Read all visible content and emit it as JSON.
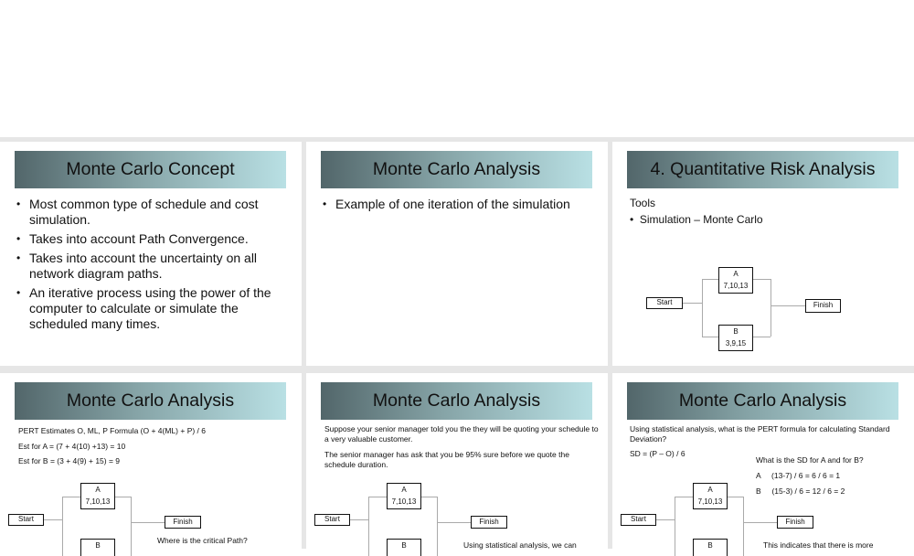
{
  "slides": [
    {
      "title": "Monte Carlo Concept",
      "bullets": [
        "Most common type of schedule and cost simulation.",
        "Takes into account Path Convergence.",
        "Takes into account the uncertainty on all network diagram paths.",
        "An iterative process using the power of the computer to calculate or simulate the scheduled many times."
      ]
    },
    {
      "title": "Monte Carlo Analysis",
      "bullets": [
        "Example of one iteration of the simulation"
      ]
    },
    {
      "title": "4. Quantitative Risk Analysis",
      "heading": "Tools",
      "bullets": [
        "Simulation – Monte Carlo"
      ],
      "diagram": {
        "start": "Start",
        "finish": "Finish",
        "a_label": "A",
        "a_values": "7,10,13",
        "b_label": "B",
        "b_values": "3,9,15"
      }
    },
    {
      "title": "Monte Carlo Analysis",
      "lines": [
        "PERT  Estimates    O, ML, P     Formula   (O + 4(ML) + P) / 6",
        "Est for A = (7 + 4(10) +13) = 10",
        "Est for B = (3 + 4(9) + 15)  = 9"
      ],
      "note": "Where is the critical Path?",
      "diagram": {
        "start": "Start",
        "finish": "Finish",
        "a_label": "A",
        "a_values": "7,10,13",
        "b_label": "B"
      }
    },
    {
      "title": "Monte Carlo Analysis",
      "lines": [
        "Suppose your senior manager told you the they will be quoting your schedule to a very valuable customer.",
        "The senior manager has ask that you be 95% sure before we quote the schedule duration."
      ],
      "note": "Using statistical analysis, we can",
      "diagram": {
        "start": "Start",
        "finish": "Finish",
        "a_label": "A",
        "a_values": "7,10,13",
        "b_label": "B"
      }
    },
    {
      "title": "Monte Carlo Analysis",
      "lines": [
        "Using statistical analysis, what is the PERT formula for calculating Standard Deviation?",
        "SD = (P – O) / 6"
      ],
      "question": "What is the SD for A and for B?",
      "answers": [
        "A     (13-7) / 6 = 6 / 6 = 1",
        "B     (15-3) / 6 = 12 / 6 = 2"
      ],
      "note": "This indicates that there is more",
      "diagram": {
        "start": "Start",
        "finish": "Finish",
        "a_label": "A",
        "a_values": "7,10,13",
        "b_label": "B"
      }
    }
  ]
}
